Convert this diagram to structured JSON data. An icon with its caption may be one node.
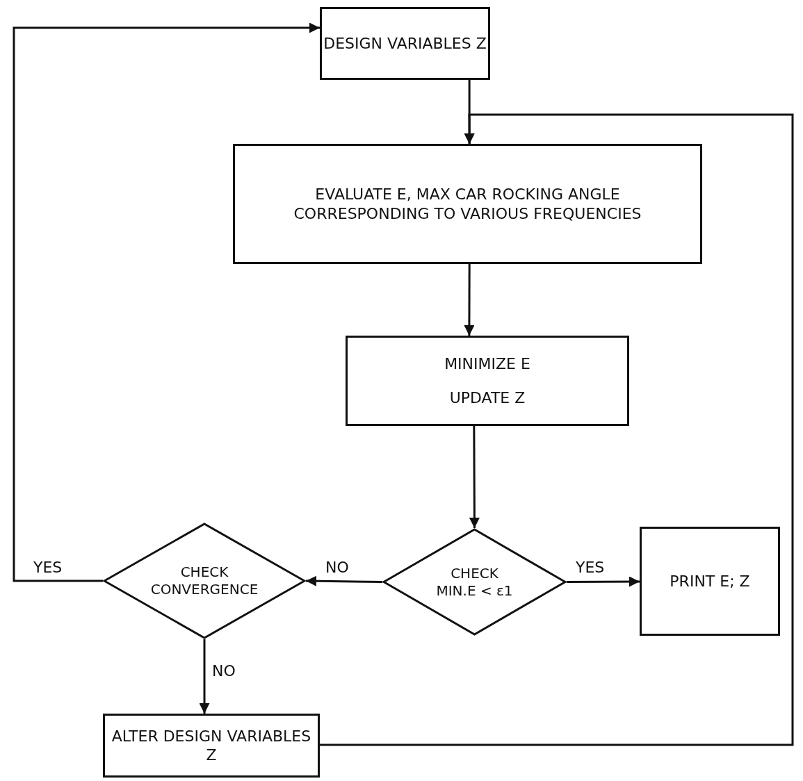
{
  "diagram": {
    "nodes": [
      {
        "text": [
          "DESIGN VARIABLES Z"
        ]
      },
      {
        "text": [
          "EVALUATE E, MAX CAR ROCKING ANGLE CORRESPONDING TO VARIOUS FREQUENCIES"
        ]
      },
      {
        "text": [
          "MINIMIZE E",
          "UPDATE Z"
        ]
      },
      {
        "text": [
          "CHECK",
          "MIN.E < ε1"
        ]
      },
      {
        "text": [
          "PRINT E; Z"
        ]
      },
      {
        "text": [
          "CHECK CONVERGENCE"
        ]
      },
      {
        "text": [
          "ALTER DESIGN VARIABLES Z"
        ]
      }
    ],
    "edges": [
      {
        "from": 0,
        "to": 1,
        "arrow": "to"
      },
      {
        "from": 1,
        "to": 2,
        "arrow": "to"
      },
      {
        "from": 2,
        "to": 3,
        "arrow": "to"
      },
      {
        "from": 3,
        "to": 4,
        "arrow": "to",
        "label": "YES"
      },
      {
        "from": 3,
        "to": 5,
        "arrow": "to",
        "label": "NO"
      },
      {
        "from": 5,
        "to": 0,
        "arrow": "to",
        "label": "YES"
      },
      {
        "from": 5,
        "to": 6,
        "arrow": "to",
        "label": "NO"
      },
      {
        "from": 6,
        "to": 1,
        "arrow": "to"
      }
    ]
  }
}
